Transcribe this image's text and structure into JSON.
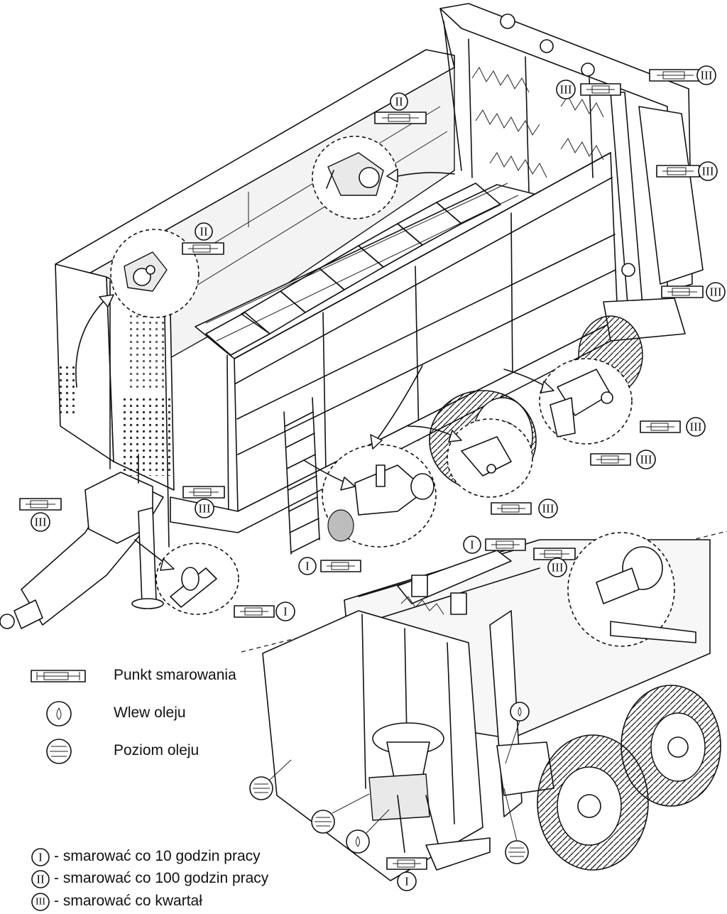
{
  "legend": {
    "grease_point": "Punkt smarowania",
    "oil_filler": "Wlew oleju",
    "oil_level": "Poziom oleju"
  },
  "intervals": {
    "i_symbol": "I",
    "i_text": "- smarować co 10 godzin pracy",
    "ii_symbol": "II",
    "ii_text": "- smarować co 100 godzin pracy",
    "iii_symbol": "III",
    "iii_text": "- smarować co kwartał"
  },
  "callout_labels": [
    "II",
    "III",
    "III",
    "III",
    "II",
    "III",
    "III",
    "III",
    "III",
    "III",
    "I",
    "I",
    "I",
    "III",
    "I"
  ]
}
